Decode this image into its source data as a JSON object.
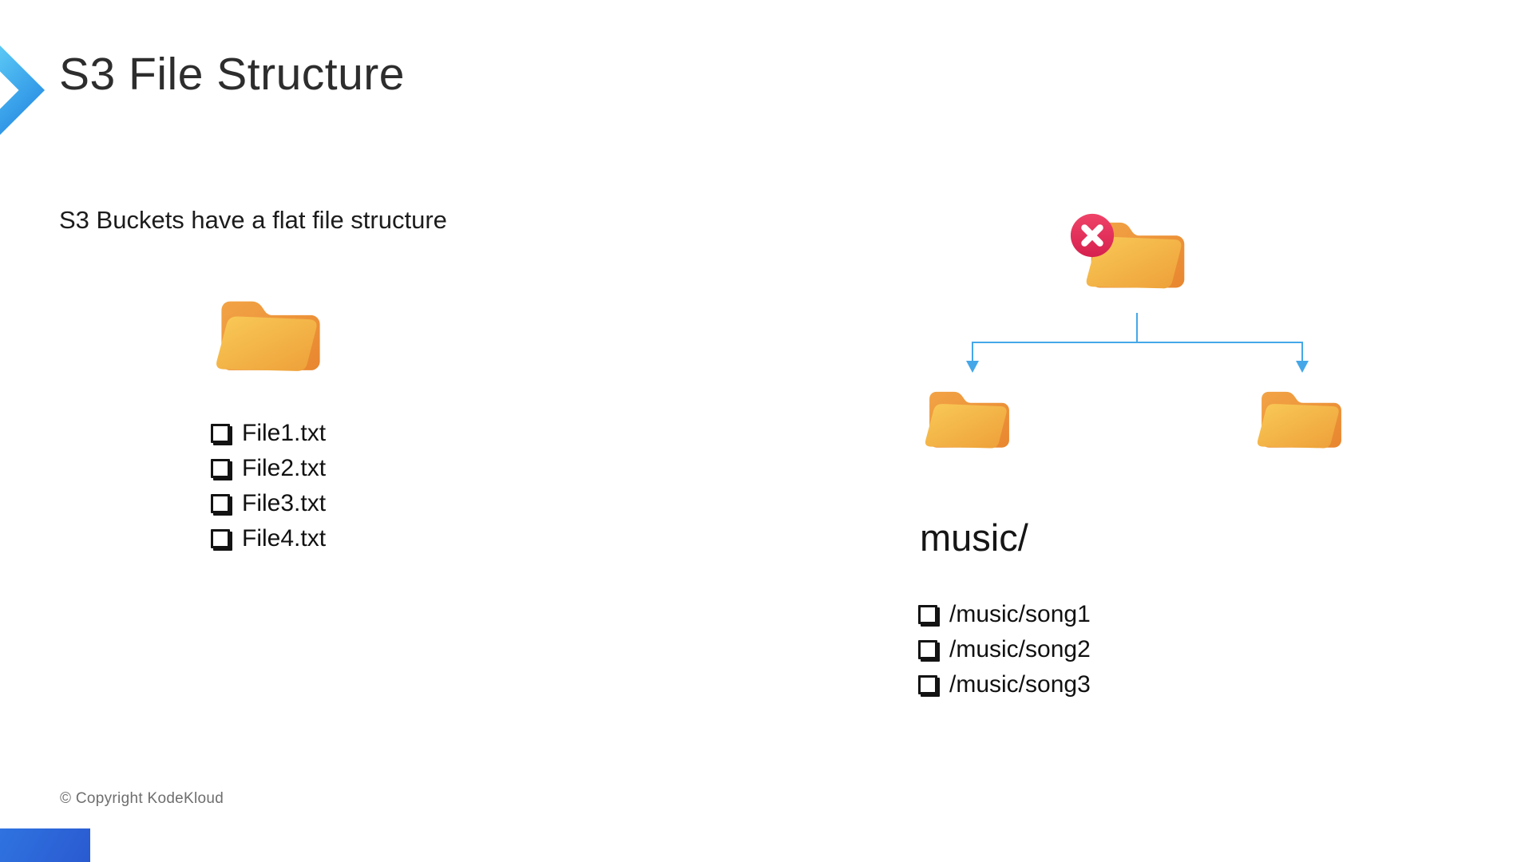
{
  "slide": {
    "title": "S3 File Structure",
    "subtitle": "S3 Buckets have a flat file structure",
    "footer": "© Copyright KodeKloud"
  },
  "flat_structure": {
    "files": [
      "File1.txt",
      "File2.txt",
      "File3.txt",
      "File4.txt"
    ]
  },
  "nested_structure": {
    "folder_label": "music/",
    "files": [
      "/music/song1",
      "/music/song2",
      "/music/song3"
    ]
  },
  "icons": {
    "chevron_accent": "right-chevron",
    "folder": "open-folder",
    "cross_badge": "red-circle-x",
    "list_bullet": "shadowed-square-checkbox",
    "tree_arrows": "arrow-down"
  },
  "colors": {
    "accent_chevron_light": "#5bc9f5",
    "accent_chevron_dark": "#1d7fe0",
    "connector_blue": "#45a7e8",
    "folder_back_orange": "#f2a346",
    "folder_front_yellow": "#f9ca57",
    "badge_red": "#e23158",
    "title_text": "#2d2d2d",
    "body_text": "#111111",
    "footer_gray": "#6e6e6e",
    "bottom_bar_blue": "#2d66d9"
  }
}
